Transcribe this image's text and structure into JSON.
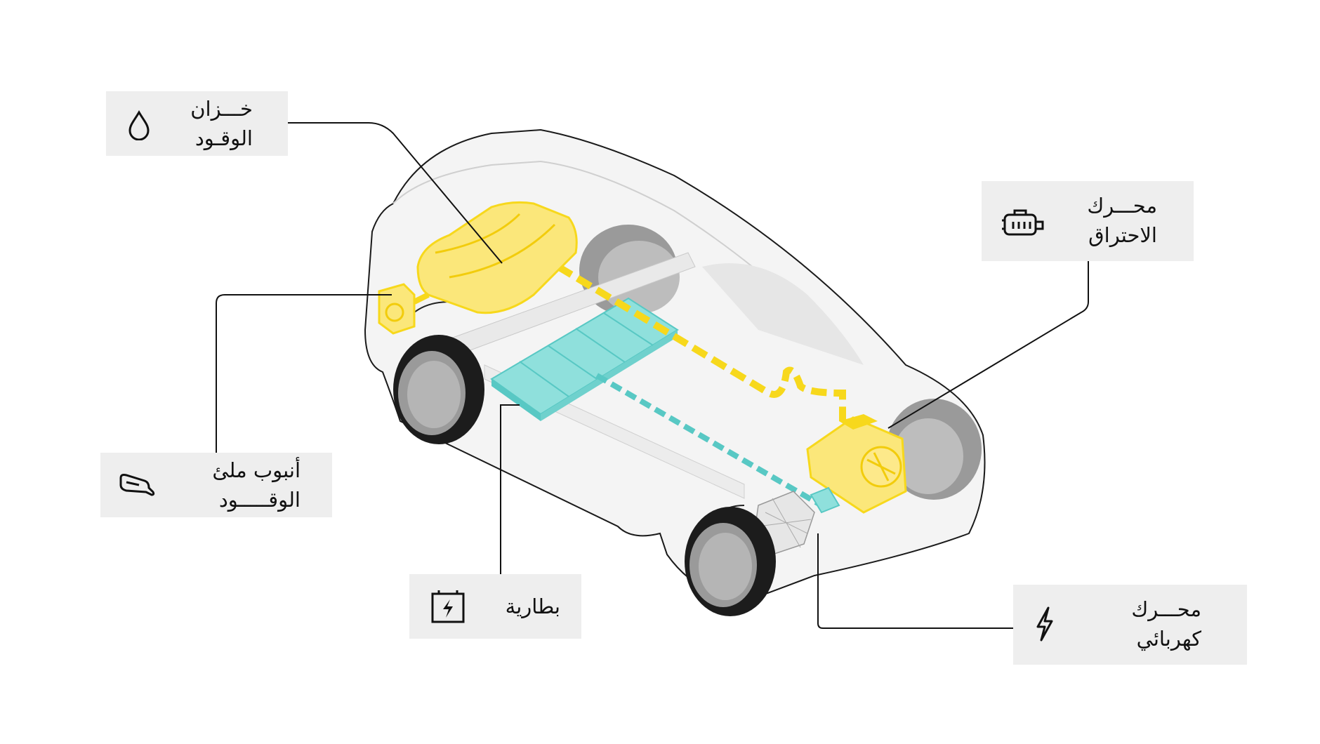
{
  "labels": {
    "fuel_tank": {
      "line1": "خـــزان",
      "line2": "الوقـود",
      "icon": "drop-icon"
    },
    "combustion_engine": {
      "line1": "محـــرك",
      "line2": "الاحتراق",
      "icon": "engine-icon"
    },
    "fuel_filler_pipe": {
      "line1": "أنبوب ملئ",
      "line2": "الوقـــــود",
      "icon": "fuel-nozzle-icon"
    },
    "battery": {
      "line1": "بطارية",
      "icon": "battery-icon"
    },
    "electric_motor": {
      "line1": "محـــرك",
      "line2": "كهربائي",
      "icon": "lightning-icon"
    }
  },
  "colors": {
    "fuel_yellow": "#f7d81c",
    "fuel_yellow_fill": "#fbe77a",
    "battery_teal": "#58c8c4",
    "battery_teal_fill": "#8fe0dc",
    "tire_dark": "#1c1c1c",
    "tire_gray": "#9a9a9a",
    "label_bg": "#eeeeee",
    "line": "#111111"
  }
}
